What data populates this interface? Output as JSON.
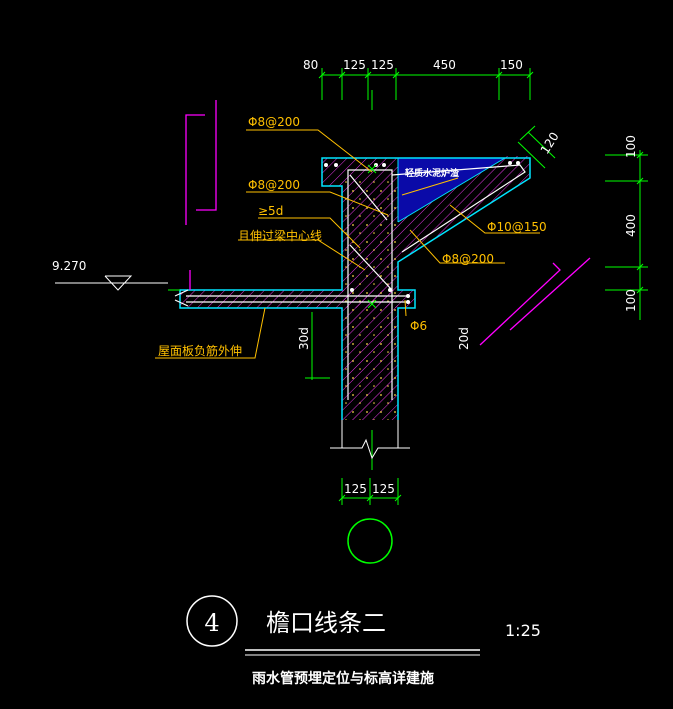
{
  "drawing": {
    "detail_number": "4",
    "title": "檐口线条二",
    "scale": "1:25",
    "subtitle": "雨水管预埋定位与标高详建施"
  },
  "dimensions": {
    "top": [
      "80",
      "125",
      "125",
      "450",
      "150"
    ],
    "right": [
      "100",
      "400",
      "100"
    ],
    "bottom": [
      "125",
      "125"
    ],
    "slope_thickness": "120",
    "beam_anchor": "30d",
    "bar_anchor": "20d"
  },
  "elevation": {
    "value": "9.270"
  },
  "rebar_labels": {
    "top_stirrup": "Φ8@200",
    "mid_stirrup": "Φ8@200",
    "anchor_min": "≥5d",
    "anchor_note": "且伸过梁中心线",
    "slab_note": "屋面板负筋外伸",
    "slope_bar": "Φ10@150",
    "slope_stirrup": "Φ8@200",
    "tie_bar": "Φ6"
  },
  "fill_note": "轻质水泥炉渣",
  "colors": {
    "background": "#000000",
    "outline": "#00e5ff",
    "hatch": "#ff3cff",
    "rebar": "#ffffff",
    "leader": "#ffc000",
    "dimension": "#00ff00",
    "fill_blue": "#0a0aa8",
    "magenta": "#ff00ff"
  }
}
